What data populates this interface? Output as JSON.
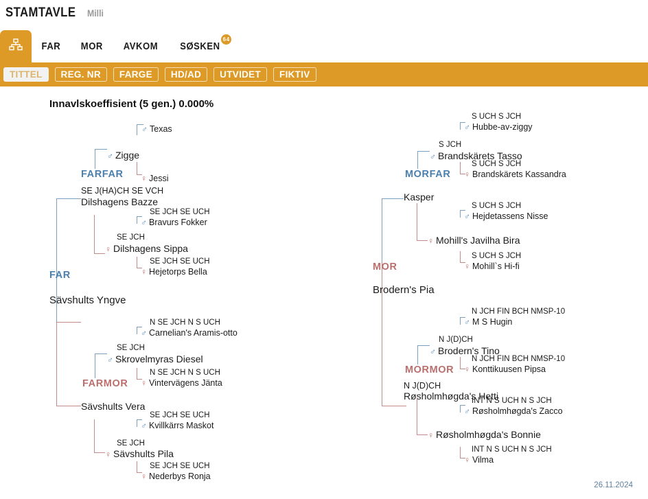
{
  "header": {
    "title": "STAMTAVLE",
    "subject": "Milli"
  },
  "tabs": {
    "tree_icon": "sitemap-icon",
    "items": [
      {
        "label": "FAR",
        "badge": null
      },
      {
        "label": "MOR",
        "badge": null
      },
      {
        "label": "AVKOM",
        "badge": null
      },
      {
        "label": "SØSKEN",
        "badge": "64"
      }
    ]
  },
  "filters": [
    {
      "label": "TITTEL",
      "selected": true
    },
    {
      "label": "REG. NR",
      "selected": false
    },
    {
      "label": "FARGE",
      "selected": false
    },
    {
      "label": "HD/AD",
      "selected": false
    },
    {
      "label": "UTVIDET",
      "selected": false
    },
    {
      "label": "FIKTIV",
      "selected": false
    }
  ],
  "coi": "Innavlskoeffisient (5 gen.) 0.000%",
  "roles": {
    "far": "FAR",
    "mor": "MOR",
    "farfar": "FARFAR",
    "farmor": "FARMOR",
    "morfar": "MORFAR",
    "mormor": "MORMOR"
  },
  "pedigree": {
    "far": {
      "titles": "",
      "name": "Sävshults Yngve",
      "sex": "male"
    },
    "mor": {
      "titles": "",
      "name": "Brodern's Pia",
      "sex": "female"
    },
    "farfar": {
      "titles": "SE J(HA)CH SE VCH",
      "name": "Dilshagens Bazze",
      "sex": "male"
    },
    "farmor": {
      "titles": "",
      "name": "Sävshults Vera",
      "sex": "female"
    },
    "morfar": {
      "titles": "",
      "name": "Kasper",
      "sex": "male"
    },
    "mormor": {
      "titles": "N J(D)CH",
      "name": "Røsholmhøgda's Hetti",
      "sex": "female"
    },
    "ff_f": {
      "titles": "",
      "name": "Zigge",
      "sex": "male"
    },
    "ff_m": {
      "titles": "",
      "name": "Dilshagens Sippa",
      "sex": "female",
      "titles2": "SE JCH"
    },
    "fm_f": {
      "titles": "SE JCH",
      "name": "Skrovelmyras Diesel",
      "sex": "male"
    },
    "fm_m": {
      "titles": "SE JCH",
      "name": "Sävshults Pila",
      "sex": "female"
    },
    "mf_f": {
      "titles": "S JCH",
      "name": "Brandskärets Tasso",
      "sex": "male"
    },
    "mf_m": {
      "titles": "",
      "name": "Mohill's Javilha Bira",
      "sex": "female"
    },
    "mm_f": {
      "titles": "N J(D)CH",
      "name": "Brodern's Tino",
      "sex": "male"
    },
    "mm_m": {
      "titles": "",
      "name": "Røsholmhøgda's Bonnie",
      "sex": "female"
    },
    "g4": [
      {
        "key": "ff_f_f",
        "titles": "",
        "name": "Texas",
        "sex": "male"
      },
      {
        "key": "ff_f_m",
        "titles": "",
        "name": "Jessi",
        "sex": "female"
      },
      {
        "key": "ff_m_f",
        "titles": "SE JCH SE UCH",
        "name": "Bravurs Fokker",
        "sex": "male"
      },
      {
        "key": "ff_m_m",
        "titles": "SE JCH SE UCH",
        "name": "Hejetorps Bella",
        "sex": "female"
      },
      {
        "key": "fm_f_f",
        "titles": "N SE JCH N S UCH",
        "name": "Carnelian's Aramis-otto",
        "sex": "male"
      },
      {
        "key": "fm_f_m",
        "titles": "N SE JCH N S UCH",
        "name": "Vintervägens Jänta",
        "sex": "female"
      },
      {
        "key": "fm_m_f",
        "titles": "SE JCH SE UCH",
        "name": "Kvillkärrs Maskot",
        "sex": "male"
      },
      {
        "key": "fm_m_m",
        "titles": "SE JCH SE UCH",
        "name": "Nederbys Ronja",
        "sex": "female"
      },
      {
        "key": "mf_f_f",
        "titles": "S UCH S JCH",
        "name": "Hubbe-av-ziggy",
        "sex": "male"
      },
      {
        "key": "mf_f_m",
        "titles": "S UCH S JCH",
        "name": "Brandskärets Kassandra",
        "sex": "female"
      },
      {
        "key": "mf_m_f",
        "titles": "S UCH S JCH",
        "name": "Hejdetassens Nisse",
        "sex": "male"
      },
      {
        "key": "mf_m_m",
        "titles": "S UCH S JCH",
        "name": "Mohill`s Hi-fi",
        "sex": "female"
      },
      {
        "key": "mm_f_f",
        "titles": "N JCH FIN BCH NMSP-10",
        "name": "M S Hugin",
        "sex": "male"
      },
      {
        "key": "mm_f_m",
        "titles": "N JCH FIN BCH NMSP-10",
        "name": "Konttikuusen Pipsa",
        "sex": "female"
      },
      {
        "key": "mm_m_f",
        "titles": "INT N S UCH N S JCH",
        "name": "Røsholmhøgda's Zacco",
        "sex": "male"
      },
      {
        "key": "mm_m_m",
        "titles": "INT N S UCH N S JCH",
        "name": "Vilma",
        "sex": "female"
      }
    ]
  },
  "footer": {
    "date": "26.11.2024"
  },
  "colors": {
    "accent": "#dd9a26",
    "male": "#4a7fae",
    "female": "#bb6f6d",
    "date": "#5f7fa0"
  },
  "symbols": {
    "male": "♂",
    "female": "♀"
  }
}
